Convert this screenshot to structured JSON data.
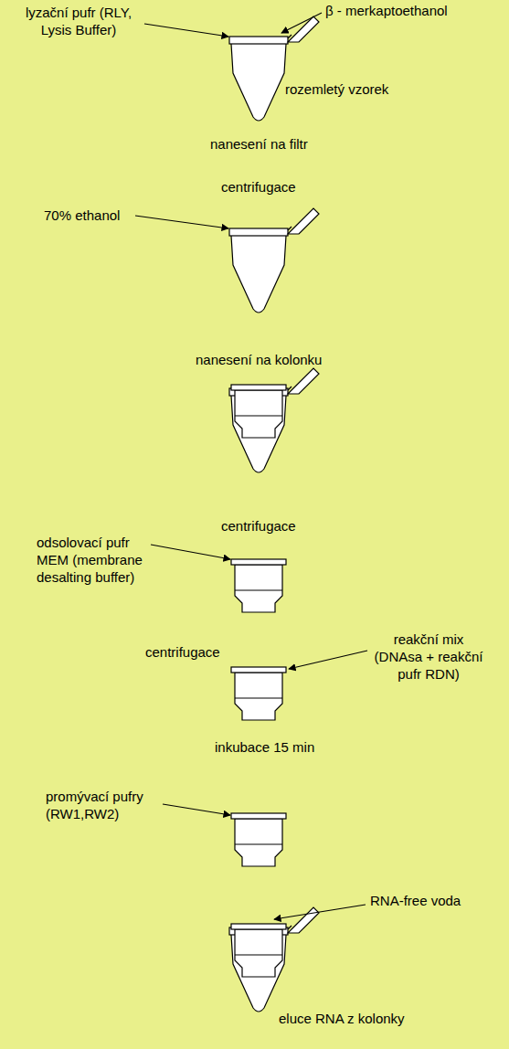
{
  "diagram": {
    "labels": [
      "lyzační pufr (RLY, Lysis Buffer)",
      "β - merkaptoethanol",
      "rozemletý vzorek",
      "nanesení na filtr",
      "centrifugace",
      "70% ethanol",
      "nanesení na kolonku",
      "centrifugace",
      "odsolovací pufr MEM (membrane desalting buffer)",
      "centrifugace",
      "reakční mix (DNAsa + reakční pufr RDN)",
      "inkubace 15 min",
      "promývací pufry (RW1,RW2)",
      "RNA-free voda",
      "eluce RNA z kolonky"
    ]
  }
}
